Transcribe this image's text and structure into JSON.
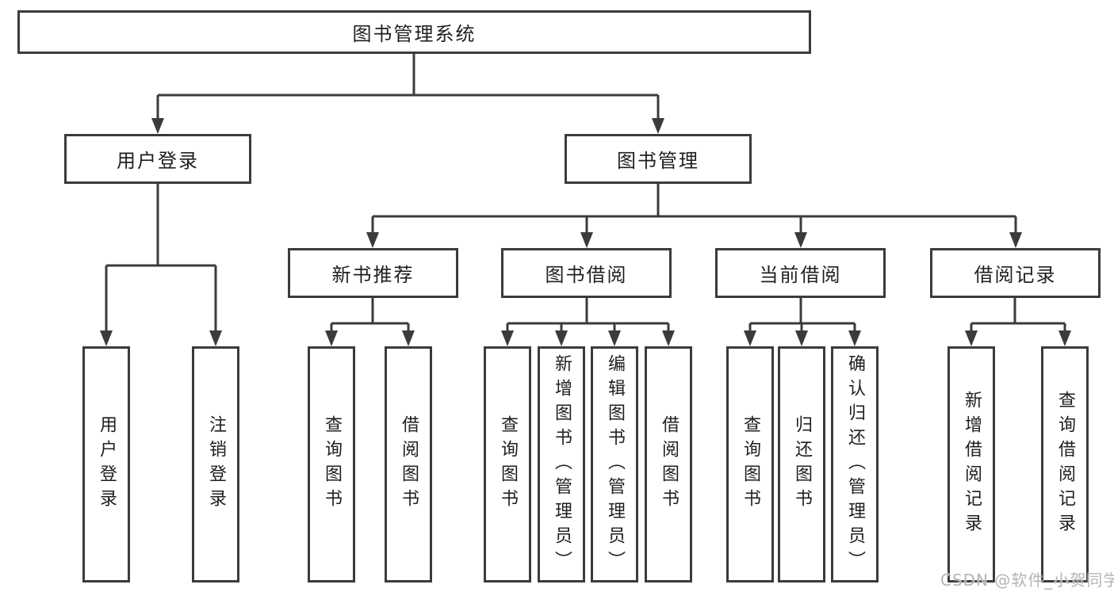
{
  "diagram": {
    "root": {
      "label": "图书管理系统"
    },
    "level2": [
      {
        "label": "用户登录"
      },
      {
        "label": "图书管理"
      }
    ],
    "level3": [
      {
        "label": "新书推荐"
      },
      {
        "label": "图书借阅"
      },
      {
        "label": "当前借阅"
      },
      {
        "label": "借阅记录"
      }
    ],
    "leaves": {
      "user_login": [
        {
          "label": "用户登录"
        },
        {
          "label": "注销登录"
        }
      ],
      "new_book_recommend": [
        {
          "label": "查询图书"
        },
        {
          "label": "借阅图书"
        }
      ],
      "book_borrow": [
        {
          "label": "查询图书"
        },
        {
          "label": "新增图书（管理员）"
        },
        {
          "label": "编辑图书（管理员）"
        },
        {
          "label": "借阅图书"
        }
      ],
      "current_borrow": [
        {
          "label": "查询图书"
        },
        {
          "label": "归还图书"
        },
        {
          "label": "确认归还（管理员）"
        }
      ],
      "borrow_record": [
        {
          "label": "新增借阅记录"
        },
        {
          "label": "查询借阅记录"
        }
      ]
    },
    "colors": {
      "line": "#3b3b3b",
      "box_border": "#3b3b3b",
      "text": "#1f1f1f",
      "background": "#ffffff",
      "watermark": "#b4b4b4"
    }
  },
  "watermark": {
    "text": "CSDN @软件_小贺同学"
  }
}
